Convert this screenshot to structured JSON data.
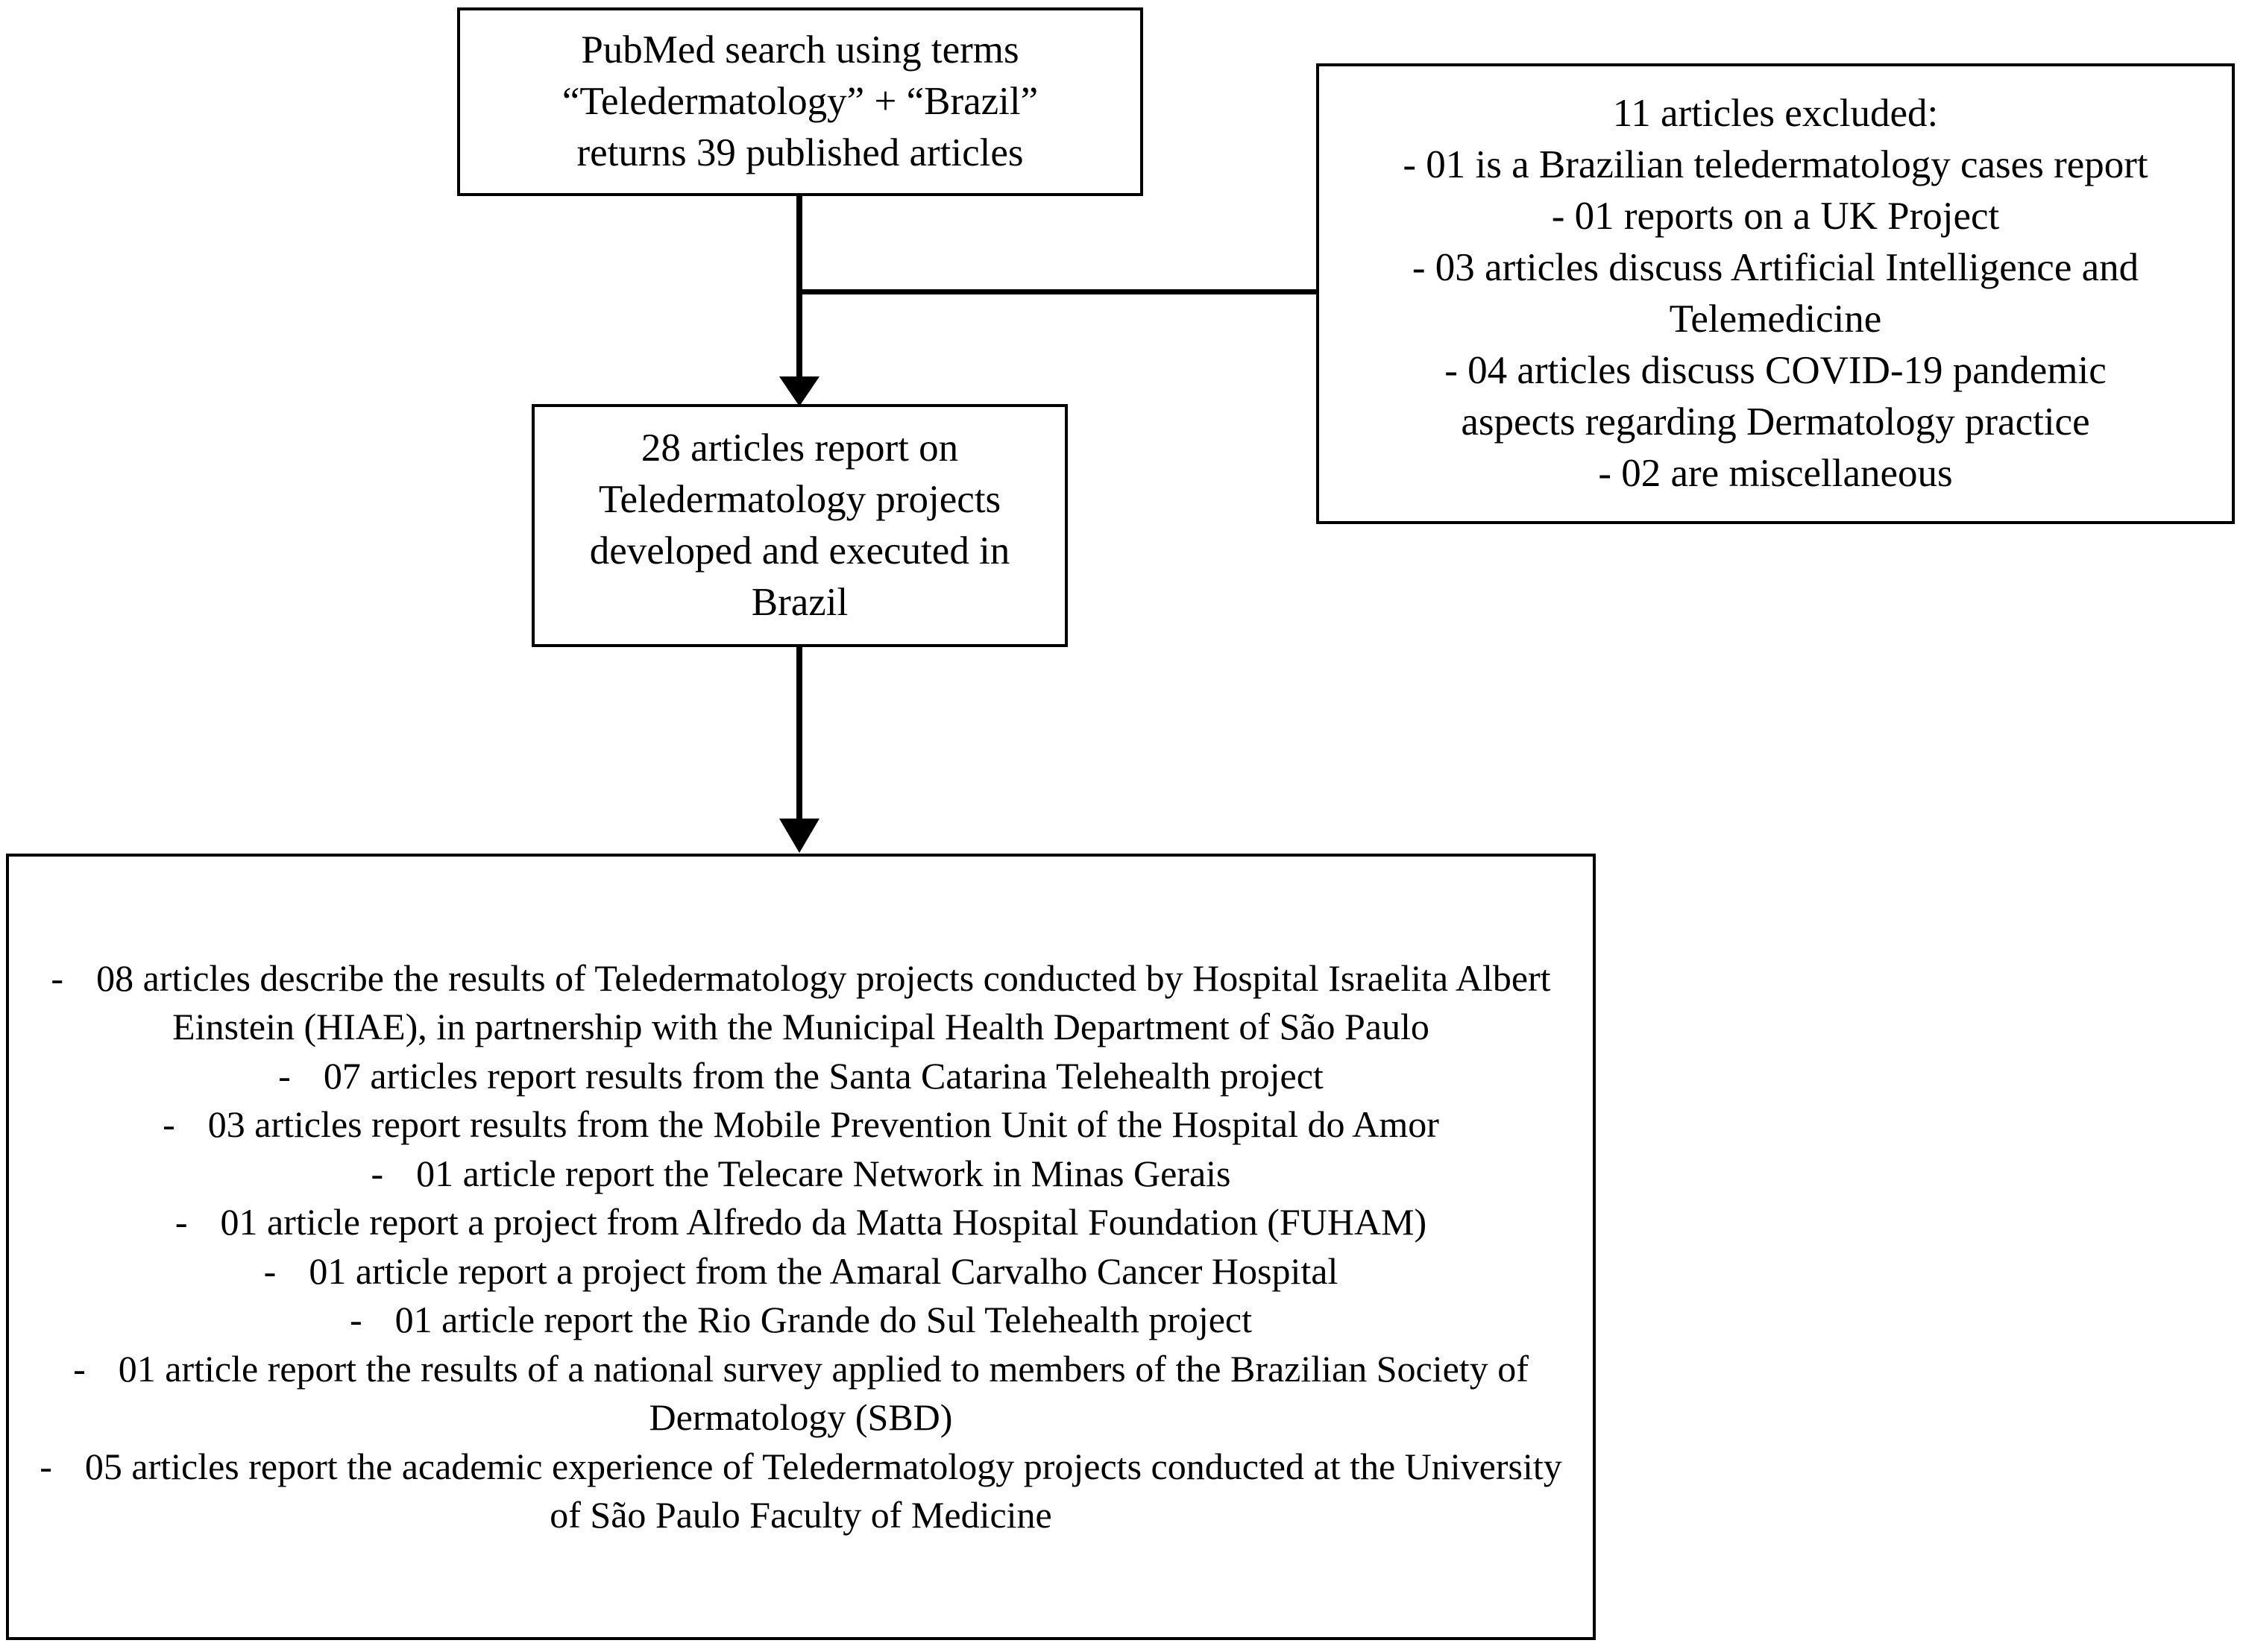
{
  "diagram": {
    "title": "PubMed Teledermatology Brazil article selection flowchart",
    "search_box": {
      "line1": "PubMed search using terms",
      "line2": "“Teledermatology” + “Brazil”",
      "line3": "returns 39 published articles"
    },
    "excluded_box": {
      "heading": "11 articles excluded:",
      "line1": "- 01 is a Brazilian teledermatology cases report",
      "line2": "- 01 reports on a UK Project",
      "line3": "- 03 articles discuss Artificial Intelligence and",
      "line4": "Telemedicine",
      "line5": "- 04 articles discuss COVID-19 pandemic",
      "line6": "aspects regarding Dermatology practice",
      "line7": "- 02 are miscellaneous"
    },
    "included_box": {
      "line1": "28 articles report on",
      "line2": "Teledermatology projects",
      "line3": "developed and executed in",
      "line4": "Brazil"
    },
    "breakdown_box": {
      "bullet_marker": "-",
      "items": [
        "08 articles describe the results of Teledermatology projects conducted by Hospital Israelita Albert Einstein (HIAE), in partnership with the Municipal Health Department of São Paulo",
        "07 articles report results from the Santa Catarina Telehealth project",
        "03 articles report results from the Mobile Prevention Unit of the Hospital do Amor",
        "01 article report the Telecare Network in Minas Gerais",
        "01 article report a project from Alfredo da Matta Hospital Foundation (FUHAM)",
        "01 article report a project from the Amaral Carvalho Cancer Hospital",
        "01 article report the Rio Grande do Sul Telehealth project",
        "01 article report the results of a national survey applied to members of the Brazilian Society of Dermatology (SBD)",
        "05 articles report the academic experience of Teledermatology projects conducted at the University of São Paulo Faculty of Medicine"
      ]
    },
    "colors": {
      "stroke": "#000000",
      "background": "#ffffff",
      "text": "#000000"
    }
  }
}
